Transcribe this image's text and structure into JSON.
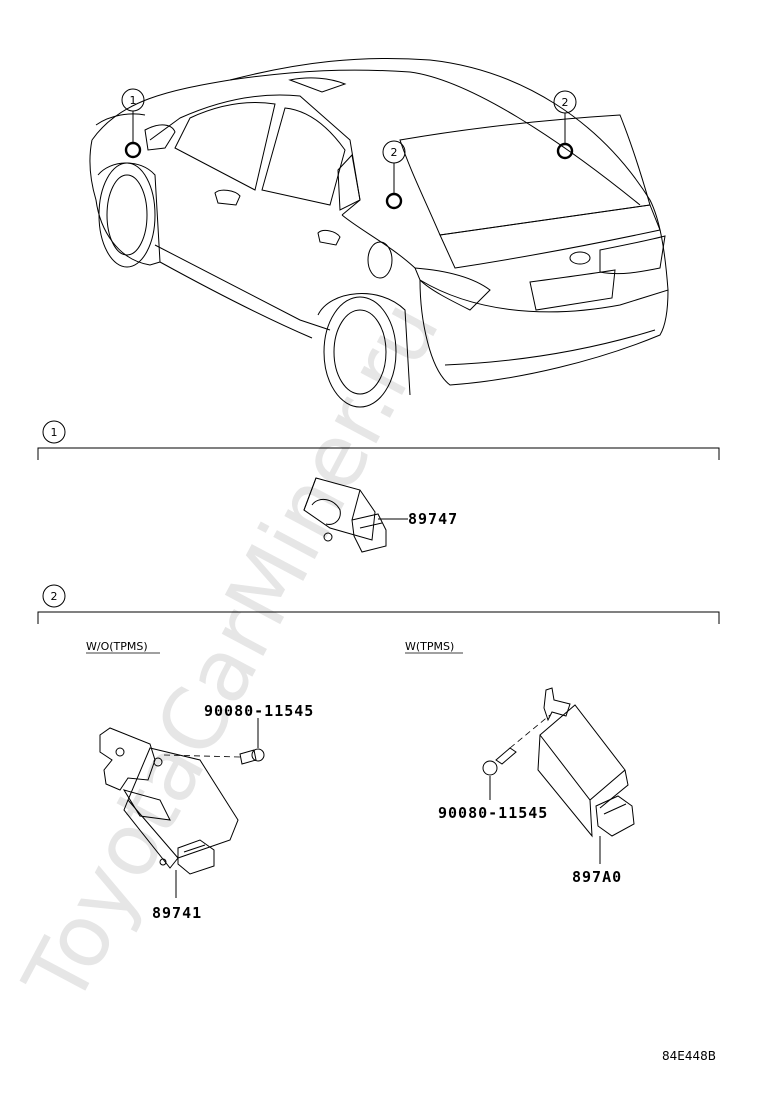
{
  "watermark": "ToyotaCarMiner.ru",
  "callouts": [
    "1",
    "2"
  ],
  "section1": {
    "label": "1",
    "part": "89747"
  },
  "section2": {
    "label": "2",
    "left": {
      "note": "W/O(TPMS)",
      "bolt": "90080-11545",
      "part": "89741"
    },
    "right": {
      "note": "W(TPMS)",
      "bolt": "90080-11545",
      "part": "897A0"
    }
  },
  "diagram_code": "84E448B"
}
